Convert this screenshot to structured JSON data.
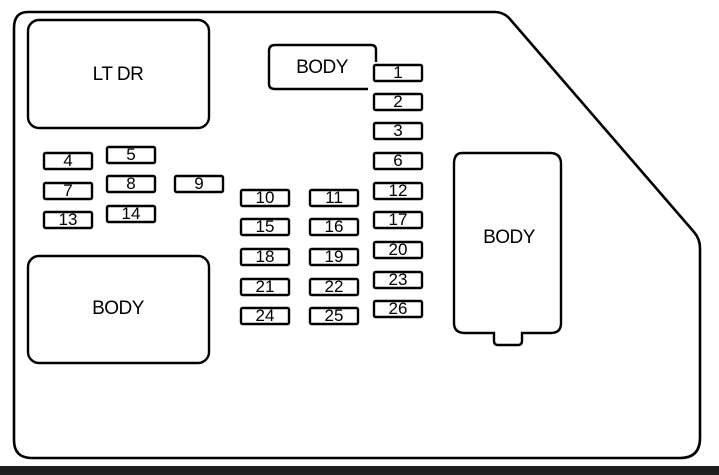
{
  "diagram": {
    "title": "Fuse block layout",
    "colors": {
      "line": "#000000",
      "background": "#ffffff",
      "bottom_bar": "#1e1e1e"
    },
    "blocks": {
      "lt_dr": "LT DR",
      "body_top": "BODY",
      "body_right": "BODY",
      "body_left": "BODY"
    },
    "fuses": [
      "1",
      "2",
      "3",
      "4",
      "5",
      "6",
      "7",
      "8",
      "9",
      "10",
      "11",
      "12",
      "13",
      "14",
      "15",
      "16",
      "17",
      "18",
      "19",
      "20",
      "21",
      "22",
      "23",
      "24",
      "25",
      "26"
    ]
  }
}
